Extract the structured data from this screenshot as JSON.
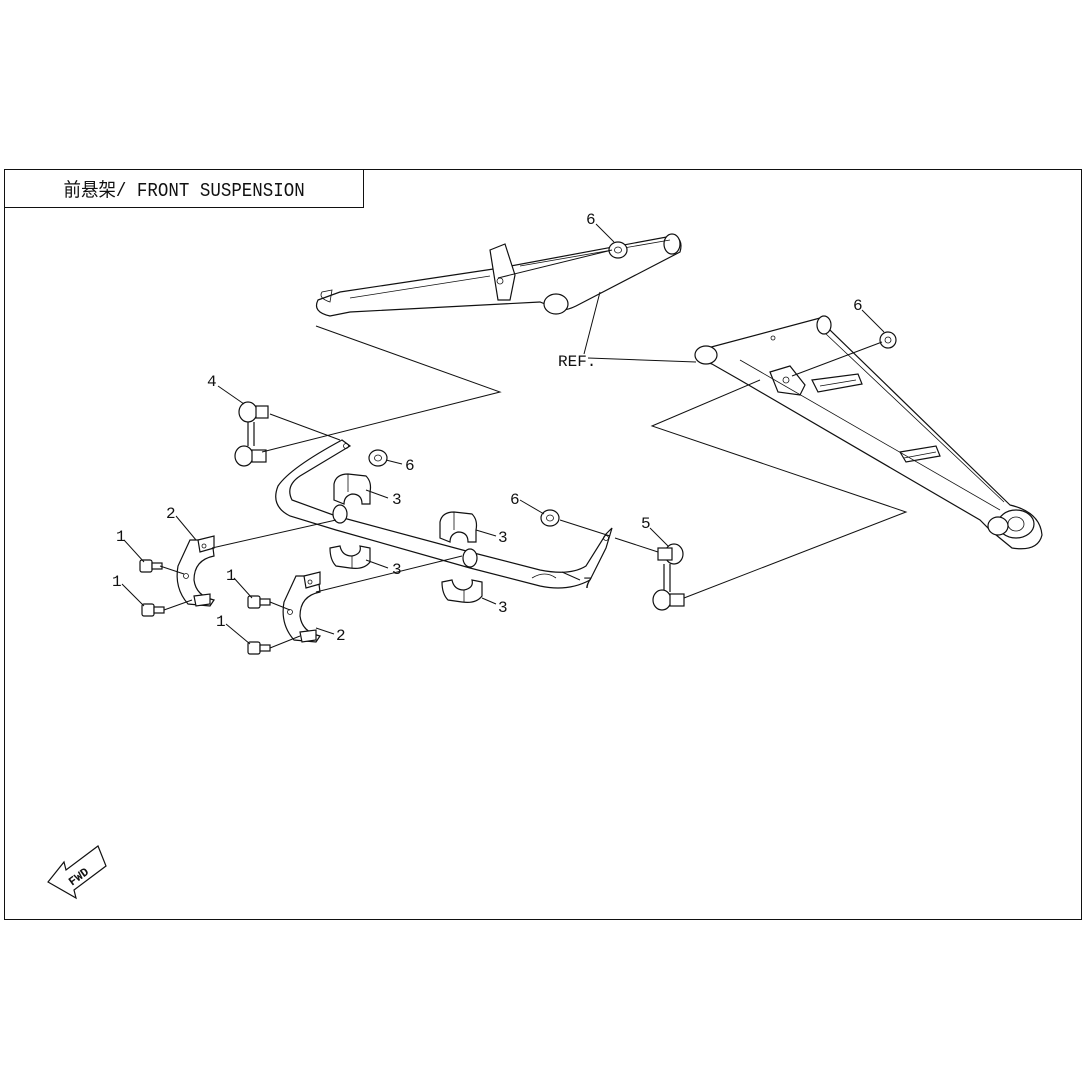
{
  "title": "前悬架/ FRONT SUSPENSION",
  "callouts": {
    "c1a": "1",
    "c1b": "1",
    "c1c": "1",
    "c1d": "1",
    "c2a": "2",
    "c2b": "2",
    "c3a": "3",
    "c3b": "3",
    "c3c": "3",
    "c3d": "3",
    "c4": "4",
    "c5": "5",
    "c6a": "6",
    "c6b": "6",
    "c6c": "6",
    "c6d": "6",
    "c7": "7",
    "ref": "REF."
  },
  "fwd_label": "FWD"
}
